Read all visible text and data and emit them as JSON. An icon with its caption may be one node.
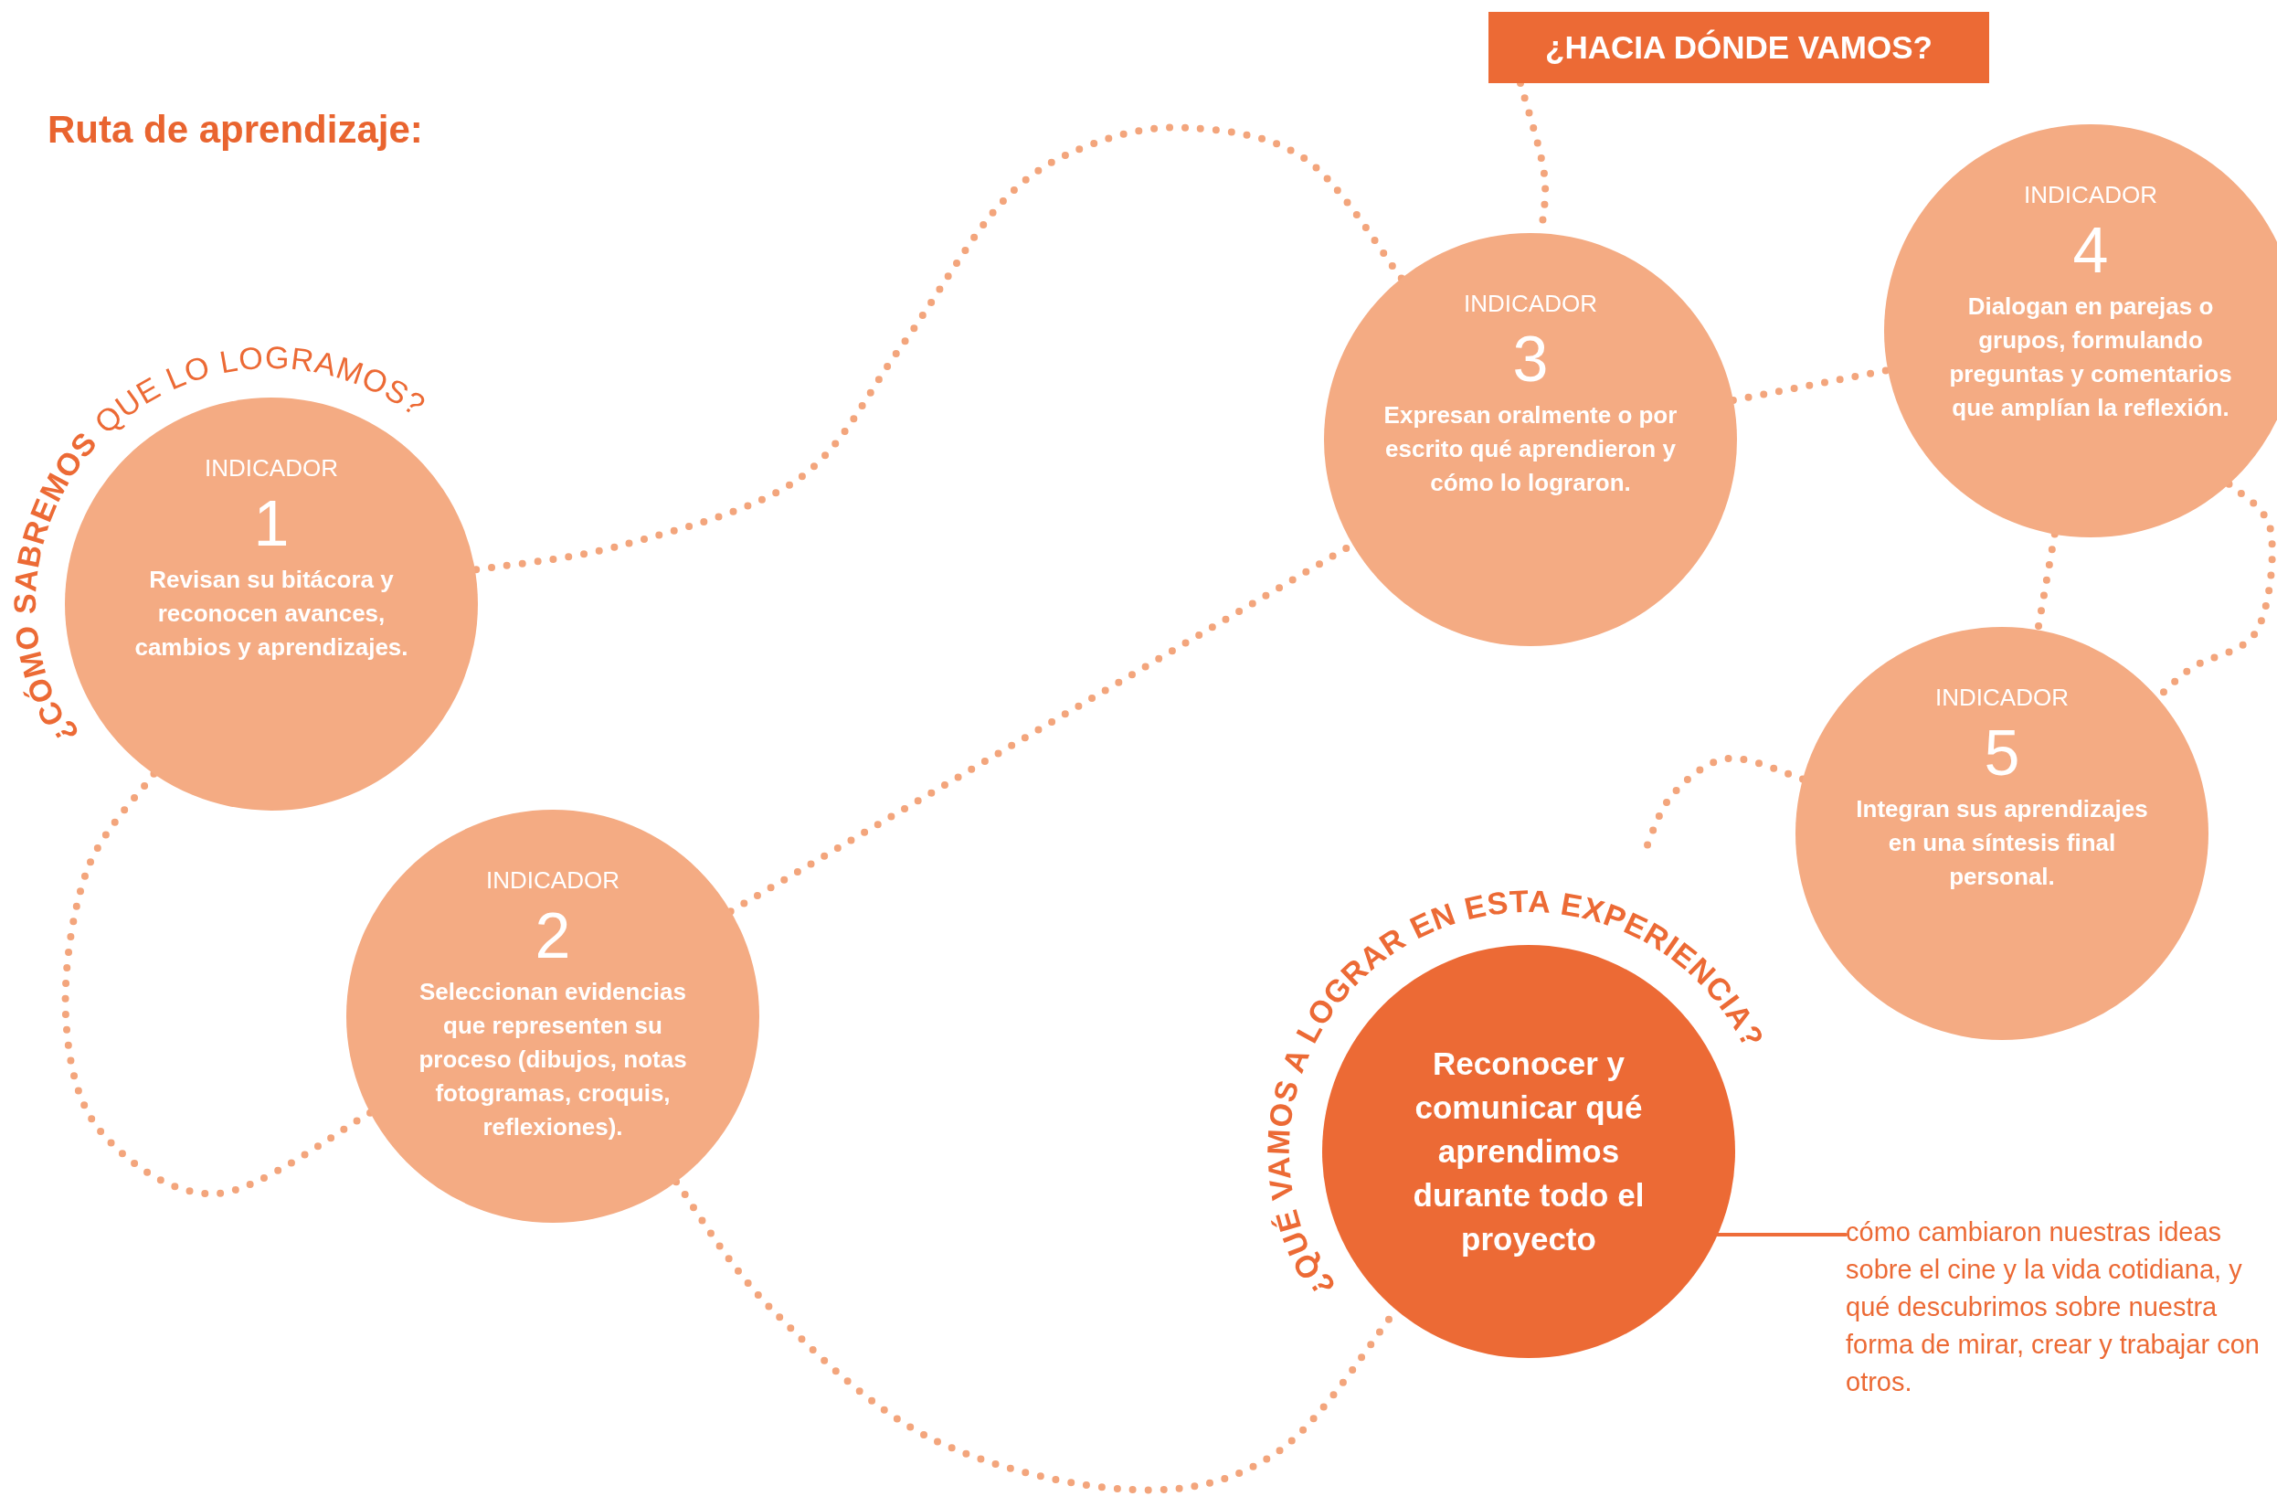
{
  "diagram": {
    "title": "Ruta de aprendizaje:",
    "nodes": [
      {
        "text": [
          "¿HACIA DÓNDE VAMOS?"
        ]
      },
      {
        "text": [
          "INDICADOR",
          "1",
          "Revisan su bitácora y reconocen avances, cambios y aprendizajes."
        ]
      },
      {
        "text": [
          "INDICADOR",
          "2",
          "Seleccionan evidencias que representen su proceso (dibujos, notas fotogramas, croquis, reflexiones)."
        ]
      },
      {
        "text": [
          "INDICADOR",
          "3",
          "Expresan oralmente o por escrito qué aprendieron y cómo lo lograron."
        ]
      },
      {
        "text": [
          "INDICADOR",
          "4",
          "Dialogan en parejas o grupos, formulando preguntas y comentarios que amplían la reflexión."
        ]
      },
      {
        "text": [
          "INDICADOR",
          "5",
          "Integran sus aprendizajes en una síntesis final personal."
        ]
      },
      {
        "text": [
          "Reconocer y comunicar qué aprendimos durante todo el proyecto"
        ]
      },
      {
        "text": [
          "cómo cambiaron nuestras ideas sobre el cine y la vida cotidiana, y qué descubrimos sobre nuestra forma de mirar, crear y trabajar con otros."
        ]
      }
    ],
    "edges": [
      {
        "from": 0,
        "to": 3,
        "arrow": "none",
        "style": "dashed"
      },
      {
        "from": 3,
        "to": 1,
        "arrow": "none",
        "style": "dashed"
      },
      {
        "from": 1,
        "to": 2,
        "arrow": "none",
        "style": "dashed"
      },
      {
        "from": 2,
        "to": 3,
        "arrow": "none",
        "style": "dashed"
      },
      {
        "from": 2,
        "to": 6,
        "arrow": "none",
        "style": "dashed"
      },
      {
        "from": 5,
        "to": null,
        "arrow": "none",
        "style": "dashed"
      },
      {
        "from": 3,
        "to": 4,
        "arrow": "none",
        "style": "dashed"
      },
      {
        "from": 4,
        "to": 5,
        "arrow": "none",
        "style": "dashed"
      },
      {
        "from": 4,
        "to": 5,
        "arrow": "none",
        "style": "dashed"
      },
      {
        "from": 6,
        "to": 7,
        "arrow": "none",
        "color": "#ee6d3a"
      }
    ],
    "labels": [
      "¿CÓMO SABREMOS",
      "QUE LO LOGRAMOS?",
      "¿QUÉ VAMOS A LOGRAR EN ESTA EXPERIENCIA?"
    ]
  }
}
